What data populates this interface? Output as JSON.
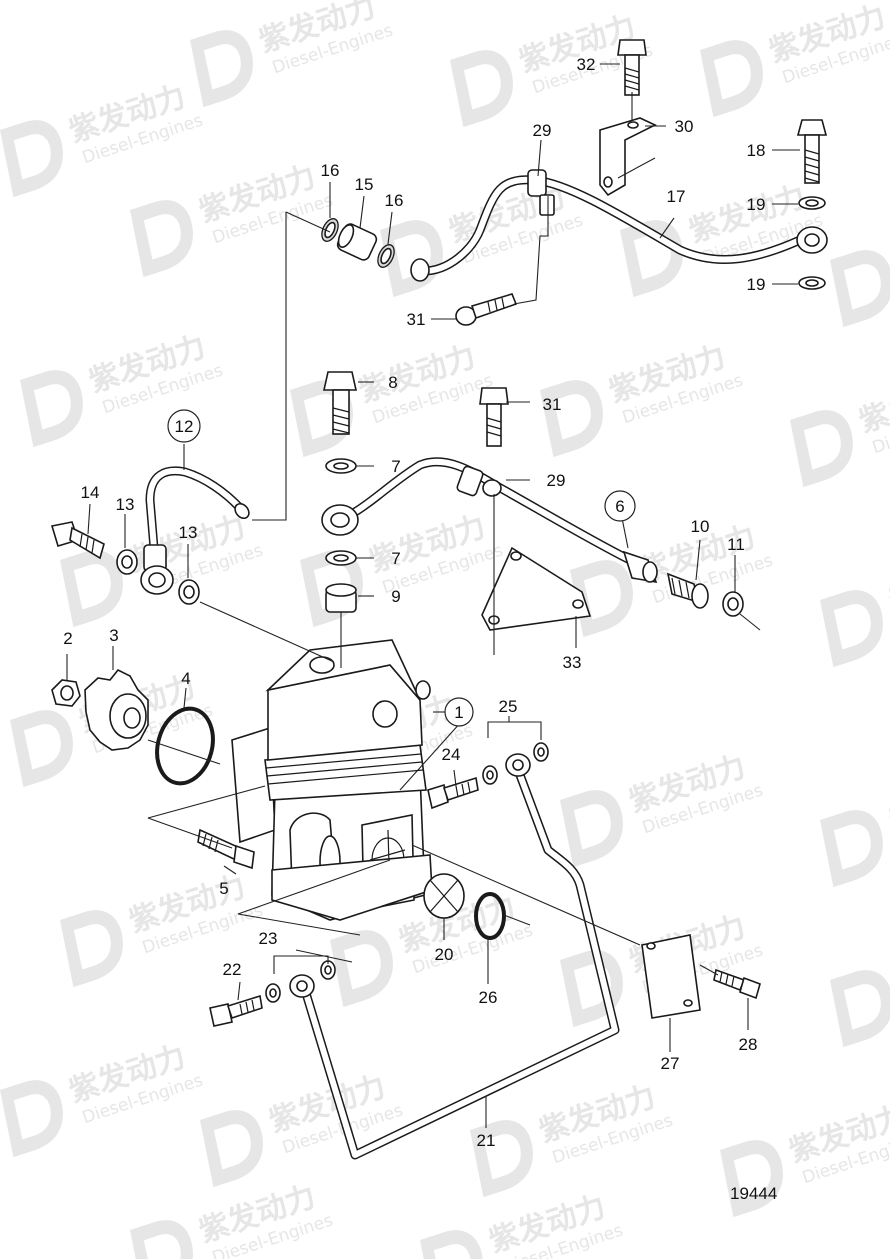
{
  "watermark": {
    "brand_cn": "紫发动力",
    "brand_en": "Diesel-Engines",
    "color": "#e6e6e6"
  },
  "drawing_number": "19444",
  "callouts": {
    "c1": "1",
    "c2": "2",
    "c3": "3",
    "c4": "4",
    "c5": "5",
    "c6": "6",
    "c7a": "7",
    "c7b": "7",
    "c8": "8",
    "c9": "9",
    "c10": "10",
    "c11": "11",
    "c12": "12",
    "c13a": "13",
    "c13b": "13",
    "c14": "14",
    "c15": "15",
    "c16a": "16",
    "c16b": "16",
    "c17": "17",
    "c18": "18",
    "c19a": "19",
    "c19b": "19",
    "c20": "20",
    "c21": "21",
    "c22": "22",
    "c23": "23",
    "c24": "24",
    "c25": "25",
    "c26": "26",
    "c27": "27",
    "c28": "28",
    "c29a": "29",
    "c29b": "29",
    "c30": "30",
    "c31a": "31",
    "c31b": "31",
    "c32": "32",
    "c33": "33"
  },
  "icons": {
    "watermark": "brand-d-logo-icon",
    "circled_callout": "circle-callout-icon"
  }
}
